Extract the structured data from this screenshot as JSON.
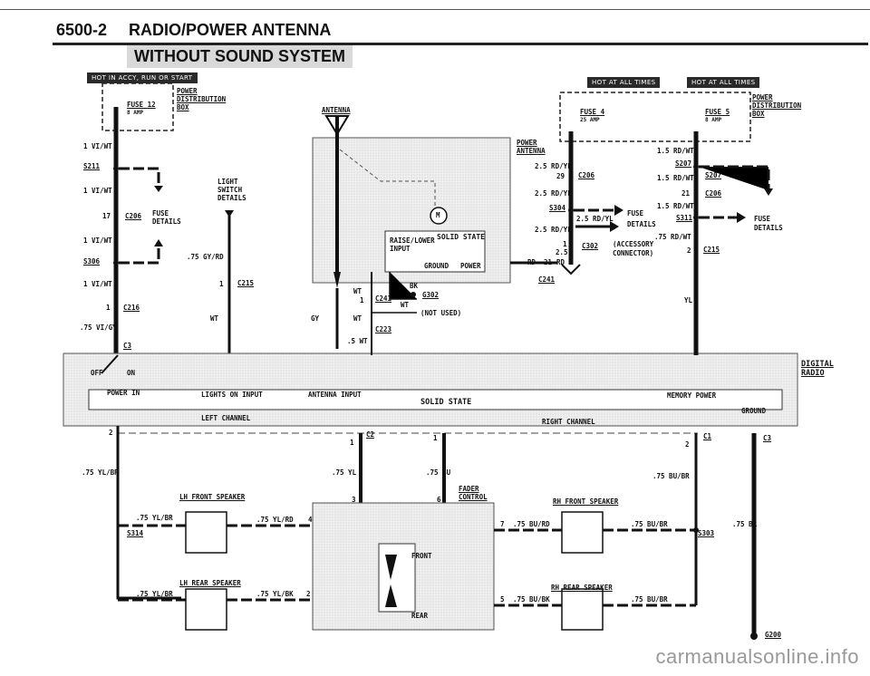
{
  "page": {
    "code": "6500-2",
    "title": "RADIO/POWER ANTENNA",
    "subtitle": "WITHOUT SOUND SYSTEM",
    "watermark": "carmanualsonline.info"
  },
  "banners": {
    "left": "HOT IN ACCY, RUN OR START",
    "mid": "HOT AT ALL TIMES",
    "right": "HOT AT ALL TIMES"
  },
  "fuses": {
    "fuse12": "FUSE 12",
    "fuse12_amp": "8 AMP",
    "fuse4": "FUSE 4",
    "fuse4_amp": "25 AMP",
    "fuse5": "FUSE 5",
    "fuse5_amp": "8 AMP",
    "pdb_line1": "POWER",
    "pdb_line2": "DISTRIBUTION",
    "pdb_line3": "BOX"
  },
  "left": {
    "w1": "1 VI/WT",
    "s211": "S211",
    "w2": "1 VI/WT",
    "c206_num": "17",
    "c206": "C206",
    "fuse_details1": "FUSE",
    "fuse_details2": "DETAILS",
    "w3": "1 VI/WT",
    "s306": "S306",
    "w4": "1 VI/WT",
    "c216_num": "1",
    "c216": "C216",
    "w5": ".75 VI/GY",
    "c3": "C3",
    "light1": "LIGHT",
    "light2": "SWITCH",
    "light3": "DETAILS",
    "gyrd": ".75 GY/RD",
    "c215_num": "1",
    "c215": "C215",
    "wt": "WT"
  },
  "antenna": {
    "label": "ANTENNA",
    "raise_lower1": "RAISE/LOWER",
    "raise_lower2": "INPUT",
    "solid_state": "SOLID STATE",
    "ground": "GROUND",
    "power": "POWER",
    "motor": "M",
    "gy": "GY",
    "wt1": "WT",
    "c241_num": "1",
    "c241": "C241",
    "wt2": "WT",
    "bk": "BK",
    "g302": "G302",
    "wt3": "WT",
    "not_used": "(NOT USED)",
    "c223": "C223",
    "wt4": ".5 WT",
    "power_antenna1": "POWER",
    "power_antenna2": "ANTENNA"
  },
  "mid": {
    "rdyl1": "2.5 RD/YL",
    "c206_num": "29",
    "c206": "C206",
    "rdyl2": "2.5 RD/YL",
    "s304": "S304",
    "rdyl3": "2.5 RD/YL",
    "fuse1": "FUSE",
    "fuse2": "DETAILS",
    "rdyl4": "2.5 RD/YL",
    "c302_num": "1",
    "c302_num2": "2.5",
    "c302": "C302",
    "accessory1": "(ACCESSORY",
    "accessory2": "CONNECTOR)",
    "rd": "RD",
    "rd_num": "21",
    "rd2": "RD",
    "c241": "C241"
  },
  "right": {
    "rdwt1": "1.5 RD/WT",
    "s207": "S207",
    "rdwt2": "1.5 RD/WT",
    "s207b": "S207",
    "c206_num": "21",
    "c206": "C206",
    "rdwt3": "1.5 RD/WT",
    "s311": "S311",
    "fuse1": "FUSE",
    "fuse2": "DETAILS",
    "rdwt4": ".75 RD/WT",
    "c215_num": "2",
    "c215": "C215",
    "yl": "YL"
  },
  "radio": {
    "off": "OFF",
    "on": "ON",
    "power_in": "POWER IN",
    "lights_on": "LIGHTS ON INPUT",
    "antenna_input": "ANTENNA INPUT",
    "solid_state": "SOLID STATE",
    "memory_power": "MEMORY POWER",
    "ground": "GROUND",
    "left_channel": "LEFT CHANNEL",
    "right_channel": "RIGHT CHANNEL",
    "digital": "DIGITAL",
    "radio_lbl": "RADIO",
    "c2": "C2",
    "c2_num1": "2",
    "c2_num2": "1",
    "c1": "C1",
    "c1_num1": "1",
    "c1_num2": "2",
    "c3": "C3"
  },
  "lower": {
    "ylbr1": ".75 YL/BR",
    "yl": ".75 YL",
    "bu": ".75 BU",
    "bubr": ".75 BU/BR",
    "fader1": "FADER",
    "fader2": "CONTROL",
    "fader_3": "3",
    "fader_6": "6",
    "lh_front": "LH FRONT SPEAKER",
    "rh_front": "RH FRONT SPEAKER",
    "lh_rear": "LH REAR SPEAKER",
    "rh_rear": "RH REAR SPEAKER",
    "ylbr2": ".75 YL/BR",
    "s314": "S314",
    "ylrd": ".75 YL/RD",
    "ylrd_num": "4",
    "burd_num": "7",
    "burd": ".75 BU/RD",
    "bubr2": ".75 BU/BR",
    "s303": "S303",
    "br": ".75 BR",
    "ylbr3": ".75 YL/BR",
    "ylbk": ".75 YL/BK",
    "ylbk_num": "2",
    "bubk_num": "5",
    "bubk": ".75 BU/BK",
    "bubr3": ".75 BU/BR",
    "front": "FRONT",
    "rear": "REAR",
    "g200": "G200"
  }
}
